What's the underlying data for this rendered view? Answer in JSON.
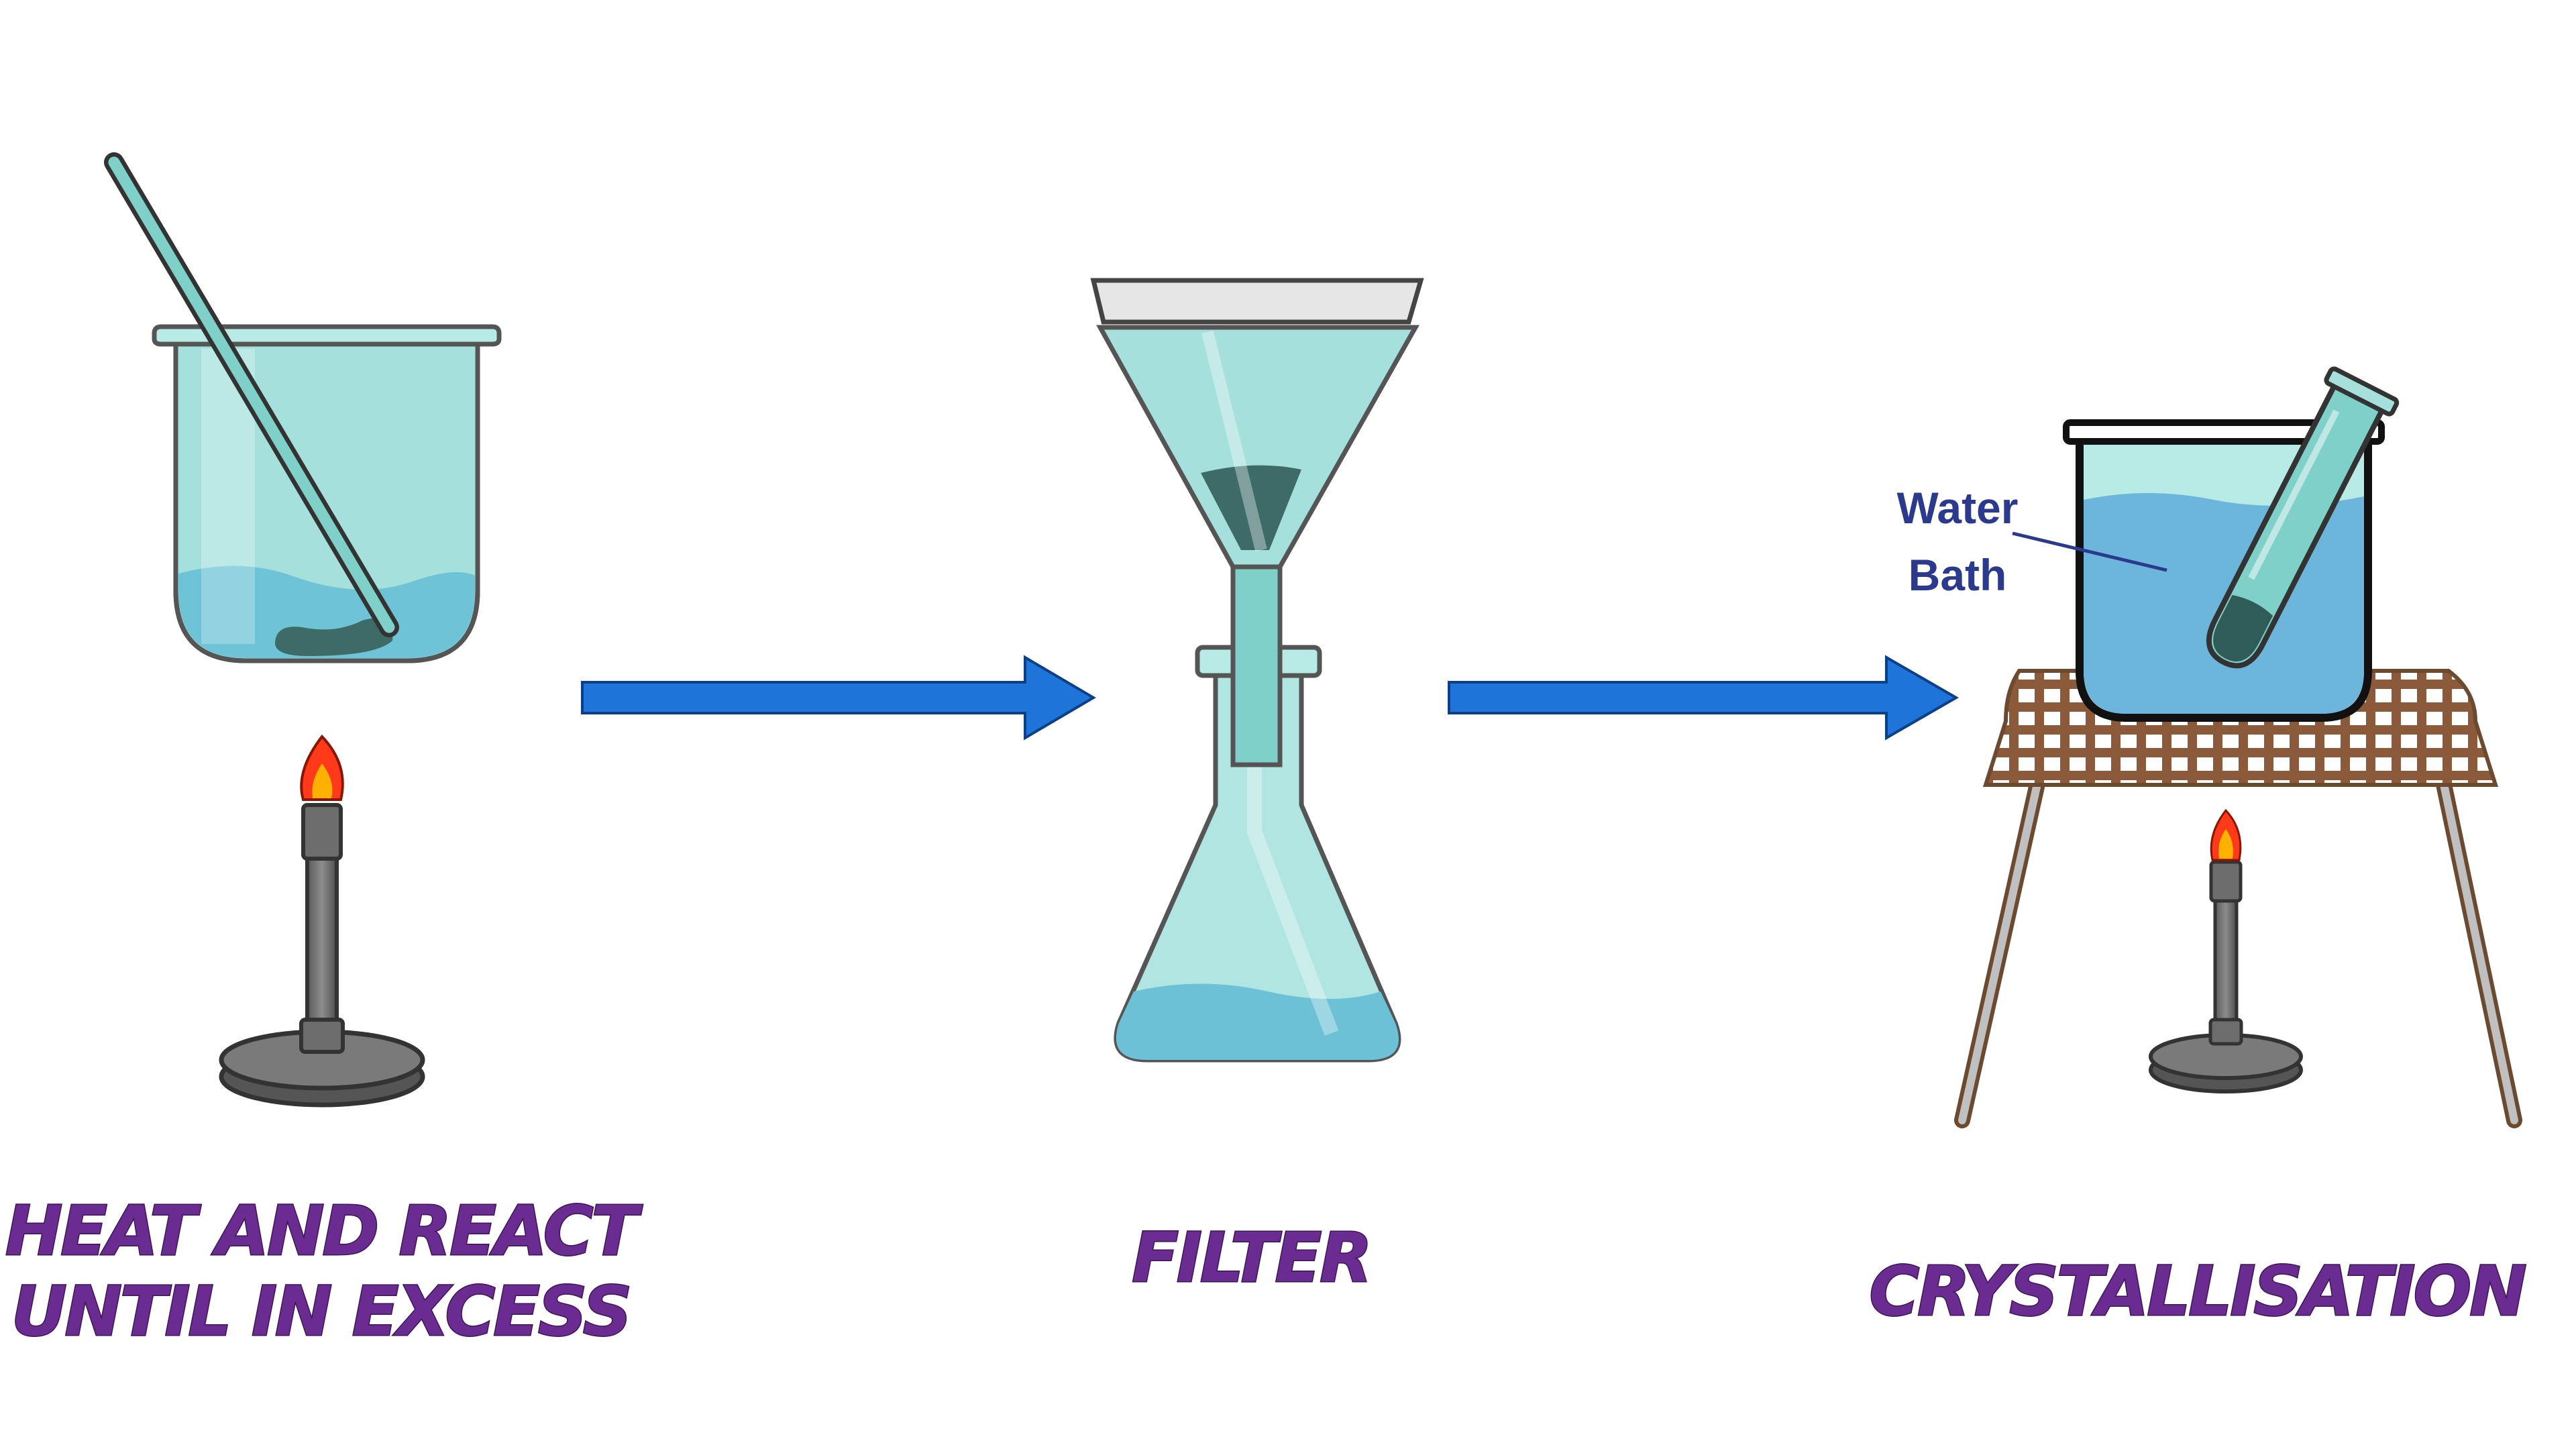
{
  "stages": [
    {
      "id": "heat",
      "label_lines": [
        "HEAT AND REACT",
        "UNTIL IN EXCESS"
      ]
    },
    {
      "id": "filter",
      "label_lines": [
        "FILTER"
      ]
    },
    {
      "id": "crystallisation",
      "label_lines": [
        "CRYSTALLISATION"
      ]
    }
  ],
  "callout": {
    "line1": "Water",
    "line2": "Bath"
  },
  "colors": {
    "glass": "#a6e0dc",
    "liquid": "#6cc1d6",
    "sediment": "#3d6b68",
    "arrow": "#1e74d9",
    "label": "#6a2c91",
    "flame_outer": "#ff3a1a",
    "flame_inner": "#ffb000",
    "gauze": "#8a5a3a"
  },
  "icons": [
    "stirring-rod-icon",
    "beaker-icon",
    "bunsen-burner-icon",
    "funnel-icon",
    "conical-flask-icon",
    "test-tube-icon",
    "tripod-icon",
    "wire-gauze-icon",
    "arrow-right-icon"
  ]
}
